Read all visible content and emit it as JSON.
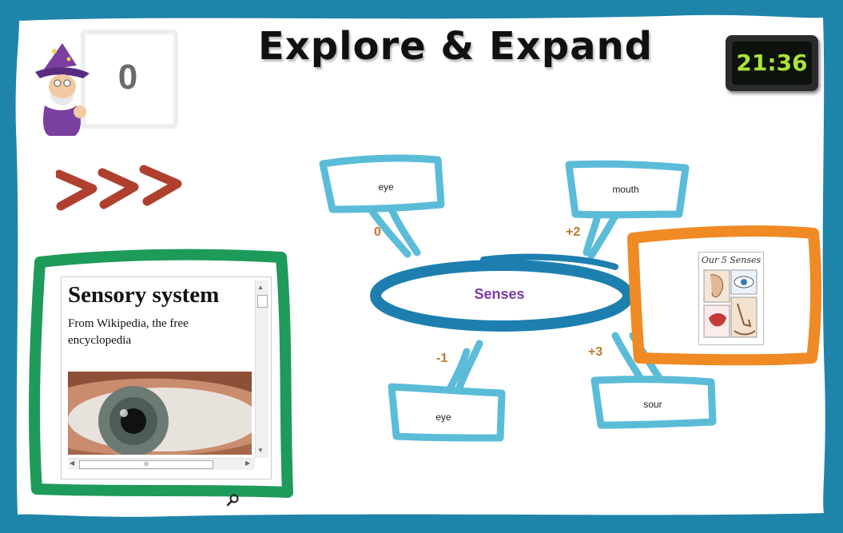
{
  "title": "Explore & Expand",
  "score": "0",
  "timer": "21:36",
  "wiki": {
    "title": "Sensory system",
    "subtitle": "From Wikipedia, the free encyclopedia",
    "hscroll_glyph": "III"
  },
  "center_node": {
    "label": "Senses"
  },
  "nodes": [
    {
      "label": "eye",
      "score": "0"
    },
    {
      "label": "mouth",
      "score": "+2"
    },
    {
      "label": "eye",
      "score": "-1"
    },
    {
      "label": "sour",
      "score": "+3"
    }
  ],
  "image_card": {
    "title": "Our 5 Senses"
  },
  "colors": {
    "background_border": "#1f84aa",
    "node_outline": "#5bbcd8",
    "center_outline": "#1c7fb0",
    "wiki_frame": "#1e9a5a",
    "image_frame": "#f08a24",
    "chevrons": "#b0402e",
    "score_text": "#c07a2c",
    "center_text": "#7b3aa8",
    "timer_digits": "#a8e43a"
  },
  "icons": [
    "wizard-mascot-icon",
    "chevrons-icon",
    "zoom-icon"
  ]
}
